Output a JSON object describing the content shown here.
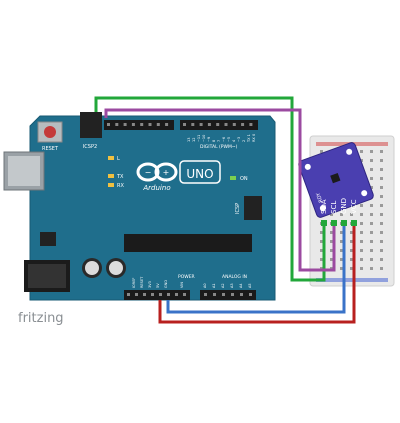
{
  "board": {
    "reset_label": "RESET",
    "icsp2_label": "ICSP2",
    "icsp_label": "ICSP",
    "l_label": "L",
    "tx_label": "TX",
    "rx_label": "RX",
    "on_label": "ON",
    "logo_label": "UNO",
    "brand_label": "Arduino",
    "digital_label": "DIGITAL (PWM~)",
    "power_label": "POWER",
    "analog_label": "ANALOG IN",
    "aref_label": "AREF",
    "gnd_label": "GND",
    "ioref_label": "IOREF",
    "reset_pin_label": "RESET",
    "v33_label": "3V3",
    "v5_label": "5V",
    "vin_label": "VIN",
    "digital_pins": [
      "13",
      "12",
      "~11",
      "~10",
      "~9",
      "8",
      "7",
      "~6",
      "~5",
      "4",
      "~3",
      "2",
      "TX 1",
      "RX 0"
    ],
    "analog_pins": [
      "A0",
      "A1",
      "A2",
      "A3",
      "A4",
      "A5"
    ]
  },
  "sensor": {
    "pins": [
      "SDA",
      "SCL",
      "GND",
      "VCC"
    ],
    "side_label": "RDY"
  },
  "footer": {
    "brand": "fritzing"
  },
  "colors": {
    "board": "#1f6e8c",
    "wire_green": "#22a73a",
    "wire_purple": "#9b4aa0",
    "wire_blue": "#3a73c8",
    "wire_red": "#b8201f",
    "sensor": "#4a3fb0",
    "breadboard": "#e9e9e9"
  }
}
